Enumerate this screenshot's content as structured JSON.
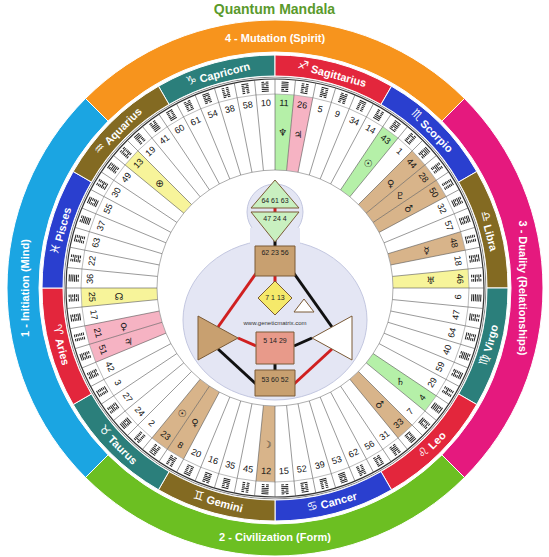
{
  "diagram": {
    "title": "Quantum Mandala",
    "nodes": [
      {
        "text": [
          "4 - Mutation (Spirit)"
        ]
      },
      {
        "text": [
          "3 - Duality (Relationships)"
        ]
      },
      {
        "text": [
          "2 - Civilization (Form)"
        ]
      },
      {
        "text": [
          "1 - Initiation (Mind)"
        ]
      },
      {
        "text": [
          "♑",
          "Capricorn"
        ]
      },
      {
        "text": [
          "♐",
          "Sagittarius"
        ]
      },
      {
        "text": [
          "♏",
          "Scorpio"
        ]
      },
      {
        "text": [
          "♎",
          "Libra"
        ]
      },
      {
        "text": [
          "♍",
          "Virgo"
        ]
      },
      {
        "text": [
          "♌",
          "Leo"
        ]
      },
      {
        "text": [
          "♋",
          "Cancer"
        ]
      },
      {
        "text": [
          "♊",
          "Gemini"
        ]
      },
      {
        "text": [
          "♉",
          "Taurus"
        ]
      },
      {
        "text": [
          "♈",
          "Aries"
        ]
      },
      {
        "text": [
          "♓",
          "Pisces"
        ]
      },
      {
        "text": [
          "♒",
          "Aquarius"
        ]
      }
    ],
    "labels": [
      "10",
      "11",
      "26",
      "5",
      "9",
      "34",
      "14",
      "43",
      "1",
      "44",
      "28",
      "50",
      "32",
      "57",
      "48",
      "18",
      "46",
      "6",
      "47",
      "64",
      "40",
      "59",
      "29",
      "4",
      "7",
      "33",
      "31",
      "56",
      "62",
      "53",
      "39",
      "52",
      "15",
      "12",
      "45",
      "35",
      "16",
      "20",
      "8",
      "23",
      "2",
      "24",
      "27",
      "3",
      "42",
      "51",
      "21",
      "17",
      "25",
      "36",
      "22",
      "63",
      "37",
      "55",
      "30",
      "49",
      "13",
      "19",
      "41",
      "60",
      "61",
      "54",
      "38",
      "58",
      "♆",
      "♃",
      "☉",
      "♀",
      "♇",
      "♂",
      "☿",
      "♅",
      "♄",
      "♂",
      "☽",
      "♀",
      "☉",
      "♀",
      "♃",
      "☊",
      "⊕",
      "64 61 63",
      "47 24 4",
      "62 23 56",
      "7 1 13",
      "5 14 29",
      "53 60 52",
      "www.geneticmatrix.com"
    ]
  }
}
